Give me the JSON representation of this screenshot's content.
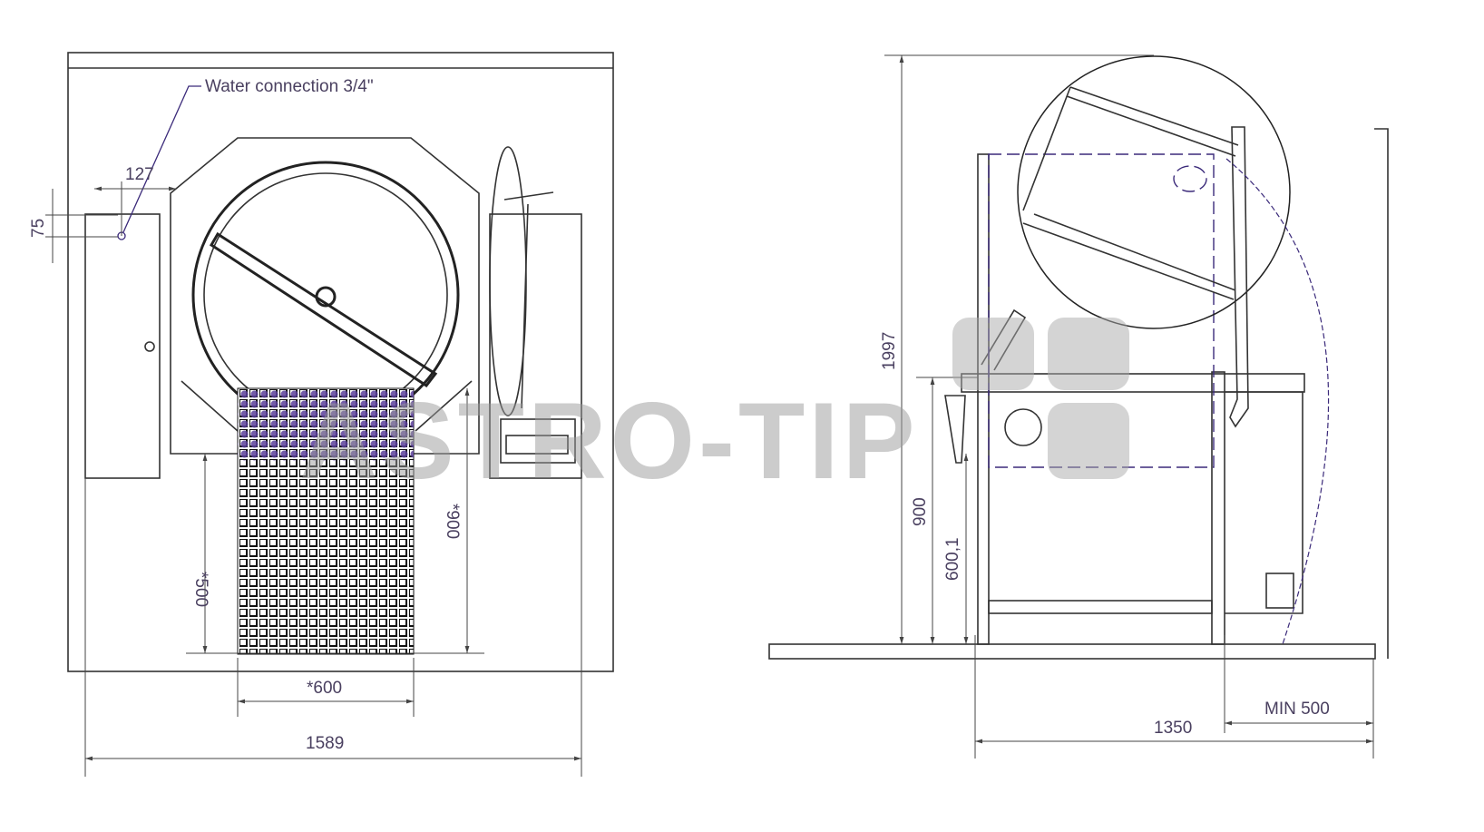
{
  "front_view": {
    "callout": "Water connection 3/4\"",
    "dims": {
      "hx": "127",
      "hy": "75",
      "grid_width": "*600",
      "grid_height": "*500",
      "height_900": "*900",
      "overall_width": "1589"
    }
  },
  "side_view": {
    "dims": {
      "total_height": "1997",
      "work_height": "900",
      "drain_height": "600,1",
      "depth": "1350",
      "clearance": "MIN 500"
    }
  },
  "watermark": "ASTRO-TIP",
  "colors": {
    "line": "#333333",
    "accent": "#3b2a7a"
  }
}
